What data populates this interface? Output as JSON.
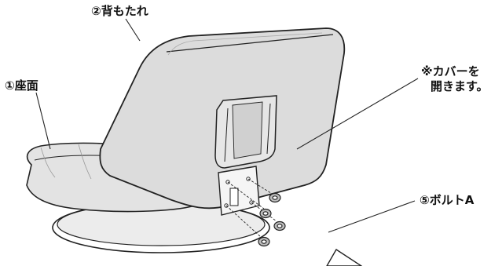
{
  "labels": {
    "backrest": "②背もたれ",
    "seat": "①座面",
    "cover_line1": "※カバーを",
    "cover_line2": "開きます。",
    "bolt": "⑤ボルトA"
  },
  "colors": {
    "chair_fill": "#dcdcdc",
    "chair_light": "#f2f2f2",
    "outline": "#222222",
    "text": "#111111"
  },
  "icons": [
    "bolt-icon",
    "arrow-icon"
  ]
}
